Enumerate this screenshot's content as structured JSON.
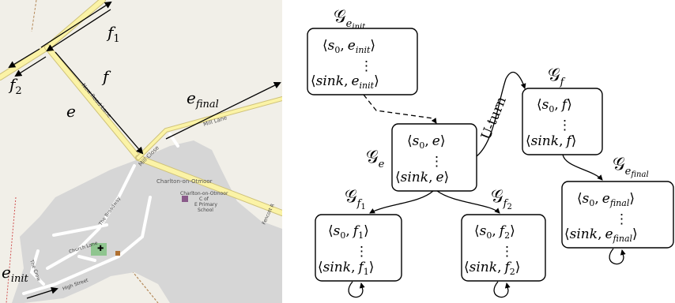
{
  "map": {
    "edge_labels": {
      "f1_main": "f",
      "f1_sub": "1",
      "f2_main": "f",
      "f2_sub": "2",
      "f": "f",
      "e": "e",
      "efinal_main": "e",
      "efinal_sub": "final",
      "einit_main": "e",
      "einit_sub": "init"
    },
    "street_labels": {
      "new_road_lane": "New Road Lane",
      "mill_lane": "Mill Lane",
      "mill_close": "Mill Close",
      "village": "Charlton-on-Otmoor",
      "school_1": "Charlton-on-Otmoor",
      "school_2": "C of",
      "school_3": "E Primary",
      "school_4": "School",
      "broadway": "The Broadway",
      "church_lane": "Church Lane",
      "high_street": "High Street",
      "the_crow": "The Crow",
      "fencott": "Fencott R"
    },
    "colors": {
      "background": "#f1efe8",
      "settlement": "#d6d6d6",
      "road_fill": "#fbf3a6",
      "road_casing": "#cfc27a",
      "minor_road": "#ffffff",
      "path": "#b58a5a",
      "boundary": "#d05050",
      "park": "#8fc58f"
    }
  },
  "graph": {
    "U_turn_label": "U-turn",
    "groups": {
      "einit": {
        "G": "𝒢",
        "sub_main": "e",
        "sub_sub": "init"
      },
      "f": {
        "G": "𝒢",
        "sub": "f"
      },
      "e": {
        "G": "𝒢",
        "sub": "e"
      },
      "efinal": {
        "G": "𝒢",
        "sub_main": "e",
        "sub_sub": "final"
      },
      "f1": {
        "G": "𝒢",
        "sub_main": "f",
        "sub_sub": "1"
      },
      "f2": {
        "G": "𝒢",
        "sub_main": "f",
        "sub_sub": "2"
      }
    },
    "states": {
      "einit_top": "⟨s₀, e_init⟩",
      "einit_bottom": "⟨sink, e_init⟩",
      "f_top": "⟨s₀, f⟩",
      "f_bottom": "⟨sink, f⟩",
      "e_top": "⟨s₀, e⟩",
      "e_bottom": "⟨sink, e⟩",
      "efinal_top": "⟨s₀, e_final⟩",
      "efinal_bottom": "⟨sink, e_final⟩",
      "f1_top": "⟨s₀, f₁⟩",
      "f1_bottom": "⟨sink, f₁⟩",
      "f2_top": "⟨s₀, f₂⟩",
      "f2_bottom": "⟨sink, f₂⟩"
    },
    "parts": {
      "s": "s",
      "zero": "0",
      "sink": "sink",
      "e": "e",
      "f": "f",
      "init": "init",
      "final": "final",
      "one": "1",
      "two": "2",
      "open": "⟨",
      "close": "⟩",
      "comma": ",",
      "dots": "⋮"
    }
  }
}
